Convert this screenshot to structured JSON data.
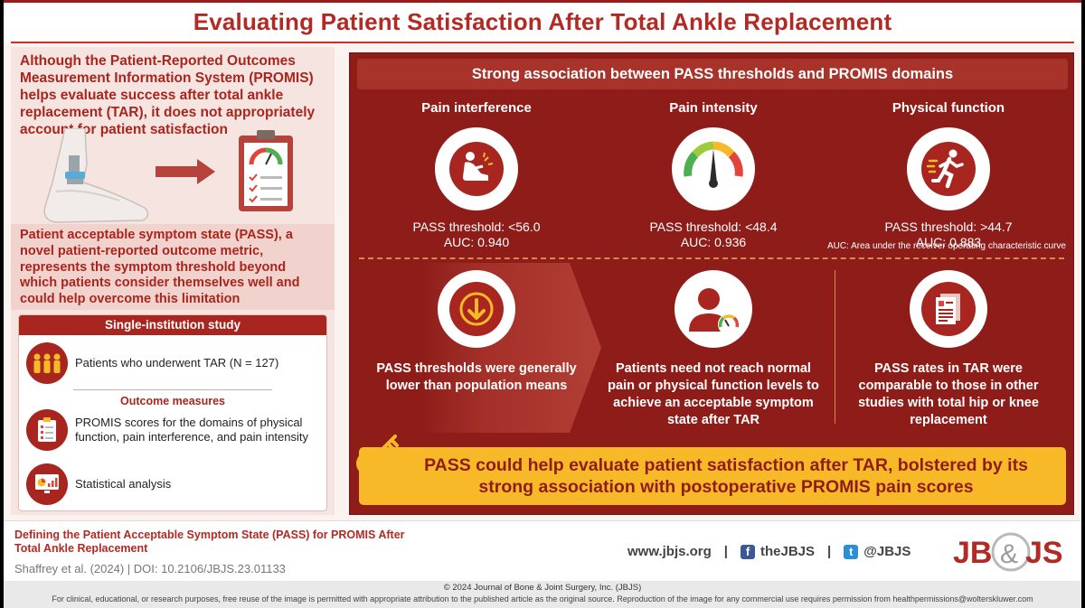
{
  "title": "Evaluating Patient Satisfaction After Total Ankle Replacement",
  "intro": "Although the Patient-Reported Outcomes Measurement Information System (PROMIS) helps evaluate success after total ankle replacement (TAR), it does not appropriately account for patient satisfaction",
  "pass_definition": "Patient acceptable symptom state (PASS), a novel patient-reported outcome metric, represents the symptom threshold beyond which patients consider themselves well and could help overcome this limitation",
  "study": {
    "header": "Single-institution study",
    "patients": "Patients who underwent TAR (N = 127)",
    "outcome_header": "Outcome measures",
    "outcome": "PROMIS scores for the domains of physical function, pain interference, and pain intensity",
    "analysis": "Statistical analysis"
  },
  "association": {
    "header": "Strong association between PASS thresholds and PROMIS domains",
    "domains": [
      {
        "title": "Pain interference",
        "threshold": "PASS threshold: <56.0",
        "auc": "AUC: 0.940"
      },
      {
        "title": "Pain intensity",
        "threshold": "PASS threshold: <48.4",
        "auc": "AUC: 0.936"
      },
      {
        "title": "Physical function",
        "threshold": "PASS threshold: >44.7",
        "auc": "AUC: 0.883"
      }
    ],
    "auc_note": "AUC: Area under the receiver operating characteristic curve"
  },
  "findings": [
    "PASS thresholds were generally lower than population means",
    "Patients need not reach normal pain or physical function levels to achieve an acceptable symptom state after TAR",
    "PASS rates in TAR were comparable to those in other studies with total hip or knee replacement"
  ],
  "conclusion": "PASS could help evaluate patient satisfaction after TAR, bolstered by its strong association with postoperative PROMIS pain scores",
  "footer": {
    "article_title": "Defining the Patient Acceptable Symptom State (PASS) for PROMIS After Total Ankle Replacement",
    "reference": "Shaffrey et al. (2024) | DOI: 10.2106/JBJS.23.01133",
    "website": "www.jbjs.org",
    "facebook": "theJBJS",
    "twitter": "@JBJS",
    "separator": "|",
    "logo": "JB&JS",
    "copyright": "© 2024 Journal of Bone & Joint Surgery, Inc. (JBJS)",
    "permission": "For clinical, educational, or research purposes, free reuse of the image is permitted with appropriate attribution to the published article as the original source. Reproduction of the image for any commercial use requires permission from healthpermissions@wolterskluwer.com"
  },
  "colors": {
    "brand_red": "#a8261f",
    "panel_dark": "#8e1d1a",
    "highlight_yellow": "#f7b928",
    "accent_orange": "#d88a4e"
  }
}
